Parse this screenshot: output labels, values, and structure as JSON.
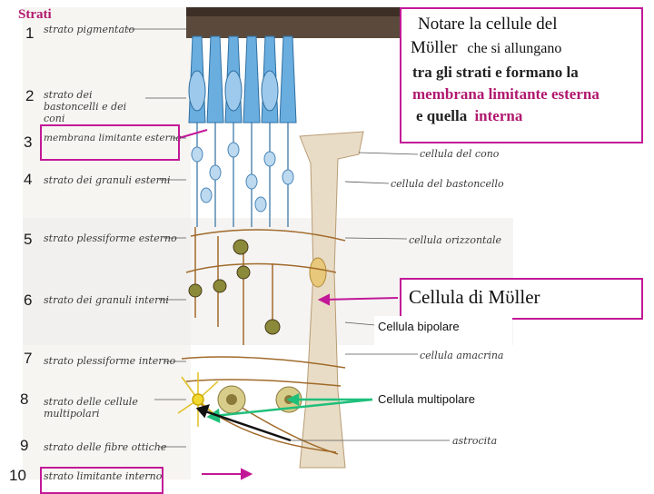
{
  "title": "Strati",
  "layers": [
    {
      "num": "1",
      "label": "strato pigmentato"
    },
    {
      "num": "2",
      "label": "strato dei bastoncelli e dei coni"
    },
    {
      "num": "3",
      "label": "membrana limitante esterna"
    },
    {
      "num": "4",
      "label": "strato dei granuli esterni"
    },
    {
      "num": "5",
      "label": "strato plessiforme esterno"
    },
    {
      "num": "6",
      "label": "strato dei granuli interni"
    },
    {
      "num": "7",
      "label": "strato plessiforme interno"
    },
    {
      "num": "8",
      "label": "strato delle cellule multipolari"
    },
    {
      "num": "9",
      "label": "strato delle fibre ottiche"
    },
    {
      "num": "10",
      "label": "strato limitante interno"
    }
  ],
  "right_labels": {
    "cone": "cellula del cono",
    "rod": "cellula del bastoncello",
    "horizontal": "cellula orizzontale",
    "amacrine": "cellula amacrina",
    "astrocyte": "astrocita"
  },
  "note": {
    "line1": "Notare la cellule del",
    "line2_a": "Mϋller",
    "line2_b": "che si allungano",
    "line3": "tra gli strati e formano la",
    "line4": "membrana limitante esterna",
    "line5_a": "e quella",
    "line5_b": "interna"
  },
  "muller_label": "Cellula di Mϋller",
  "bipolar_label": "Cellula bipolare",
  "multipolar_label": "Cellula multipolare",
  "colors": {
    "magenta": "#c21897",
    "accent_text": "#b0186e",
    "photoreceptor_blue": "#6aaee0",
    "neuron_brown": "#a06a2a",
    "arrow_green": "#1fbf7a"
  }
}
